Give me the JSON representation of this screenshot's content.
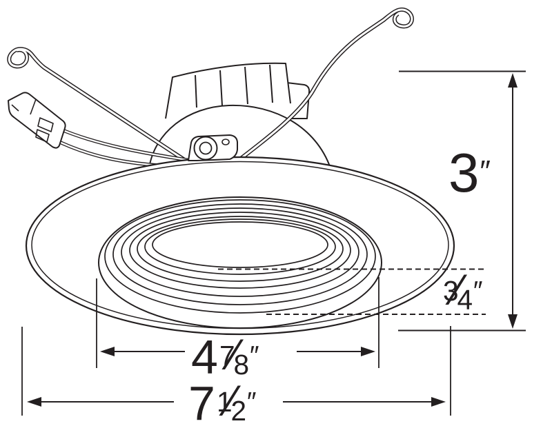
{
  "figure": {
    "line_color": "#231f20",
    "background_color": "#ffffff"
  },
  "dimensions": {
    "overall_height": {
      "whole": "3",
      "unit": "″"
    },
    "baffle_recess_depth": {
      "numerator": "3",
      "slash": "⁄",
      "denominator": "4",
      "unit": "″"
    },
    "baffle_opening_width": {
      "whole": "4",
      "numerator": "7",
      "slash": "⁄",
      "denominator": "8",
      "unit": "″"
    },
    "flange_outer_diameter": {
      "whole": "7",
      "numerator": "1",
      "slash": "⁄",
      "denominator": "2",
      "unit": "″"
    }
  }
}
